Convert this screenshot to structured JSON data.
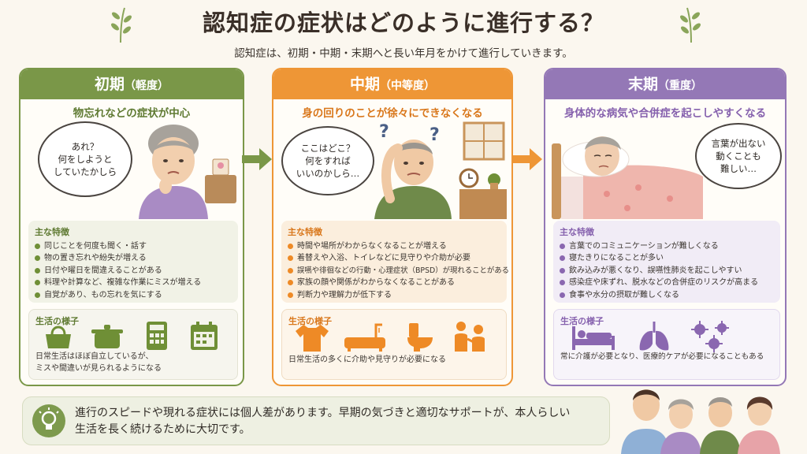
{
  "title": "認知症の症状はどのように進行する？",
  "subtitle": "認知症は、初期・中期・末期へと長い年月をかけて進行していきます。",
  "stages": [
    {
      "name": "初期",
      "level": "（軽度）",
      "color": "#7a9748",
      "tag": "物忘れなどの症状が中心",
      "thought": "あれ？\n何をしようと\nしていたかしら",
      "features_title": "主な特徴",
      "features": [
        "同じことを何度も聞く・話す",
        "物の置き忘れや紛失が増える",
        "日付や曜日を間違えることがある",
        "料理や計算など、複雑な作業にミスが増える",
        "自覚があり、もの忘れを気にする"
      ],
      "life_title": "生活の様子",
      "life_text": "日常生活はほぼ自立しているが、\nミスや間違いが見られるようになる"
    },
    {
      "name": "中期",
      "level": "（中等度）",
      "color": "#ee9636",
      "tag": "身の回りのことが徐々にできなくなる",
      "thought": "ここはどこ？\n何をすれば\nいいのかしら…",
      "features_title": "主な特徴",
      "features": [
        "時間や場所がわからなくなることが増える",
        "着替えや入浴、トイレなどに見守りや介助が必要",
        "誤嚥や徘徊などの行動・心理症状（BPSD）が現れることがある",
        "家族の顔や関係がわからなくなることがある",
        "判断力や理解力が低下する"
      ],
      "life_title": "生活の様子",
      "life_text": "日常生活の多くに介助や見守りが必要になる"
    },
    {
      "name": "末期",
      "level": "（重度）",
      "color": "#9478b6",
      "tag": "身体的な病気や合併症を起こしやすくなる",
      "thought": "言葉が出ない\n動くことも\n難しい…",
      "features_title": "主な特徴",
      "features": [
        "言葉でのコミュニケーションが難しくなる",
        "寝たきりになることが多い",
        "飲み込みが悪くなり、誤嚥性肺炎を起こしやすい",
        "感染症や床ずれ、脱水などの合併症のリスクが高まる",
        "食事や水分の摂取が難しくなる"
      ],
      "life_title": "生活の様子",
      "life_text": "常に介護が必要となり、医療的ケアが必要になることもある"
    }
  ],
  "footer": "進行のスピードや現れる症状には個人差があります。早期の気づきと適切なサポートが、本人らしい\n生活を長く続けるために大切です。",
  "icons": {
    "early": [
      "handbag-icon",
      "pot-icon",
      "calculator-icon",
      "calendar-icon"
    ],
    "middle": [
      "shirt-icon",
      "bathtub-icon",
      "toilet-icon",
      "caregiver-icon"
    ],
    "late": [
      "bed-icon",
      "lungs-icon",
      "virus-icon"
    ]
  }
}
